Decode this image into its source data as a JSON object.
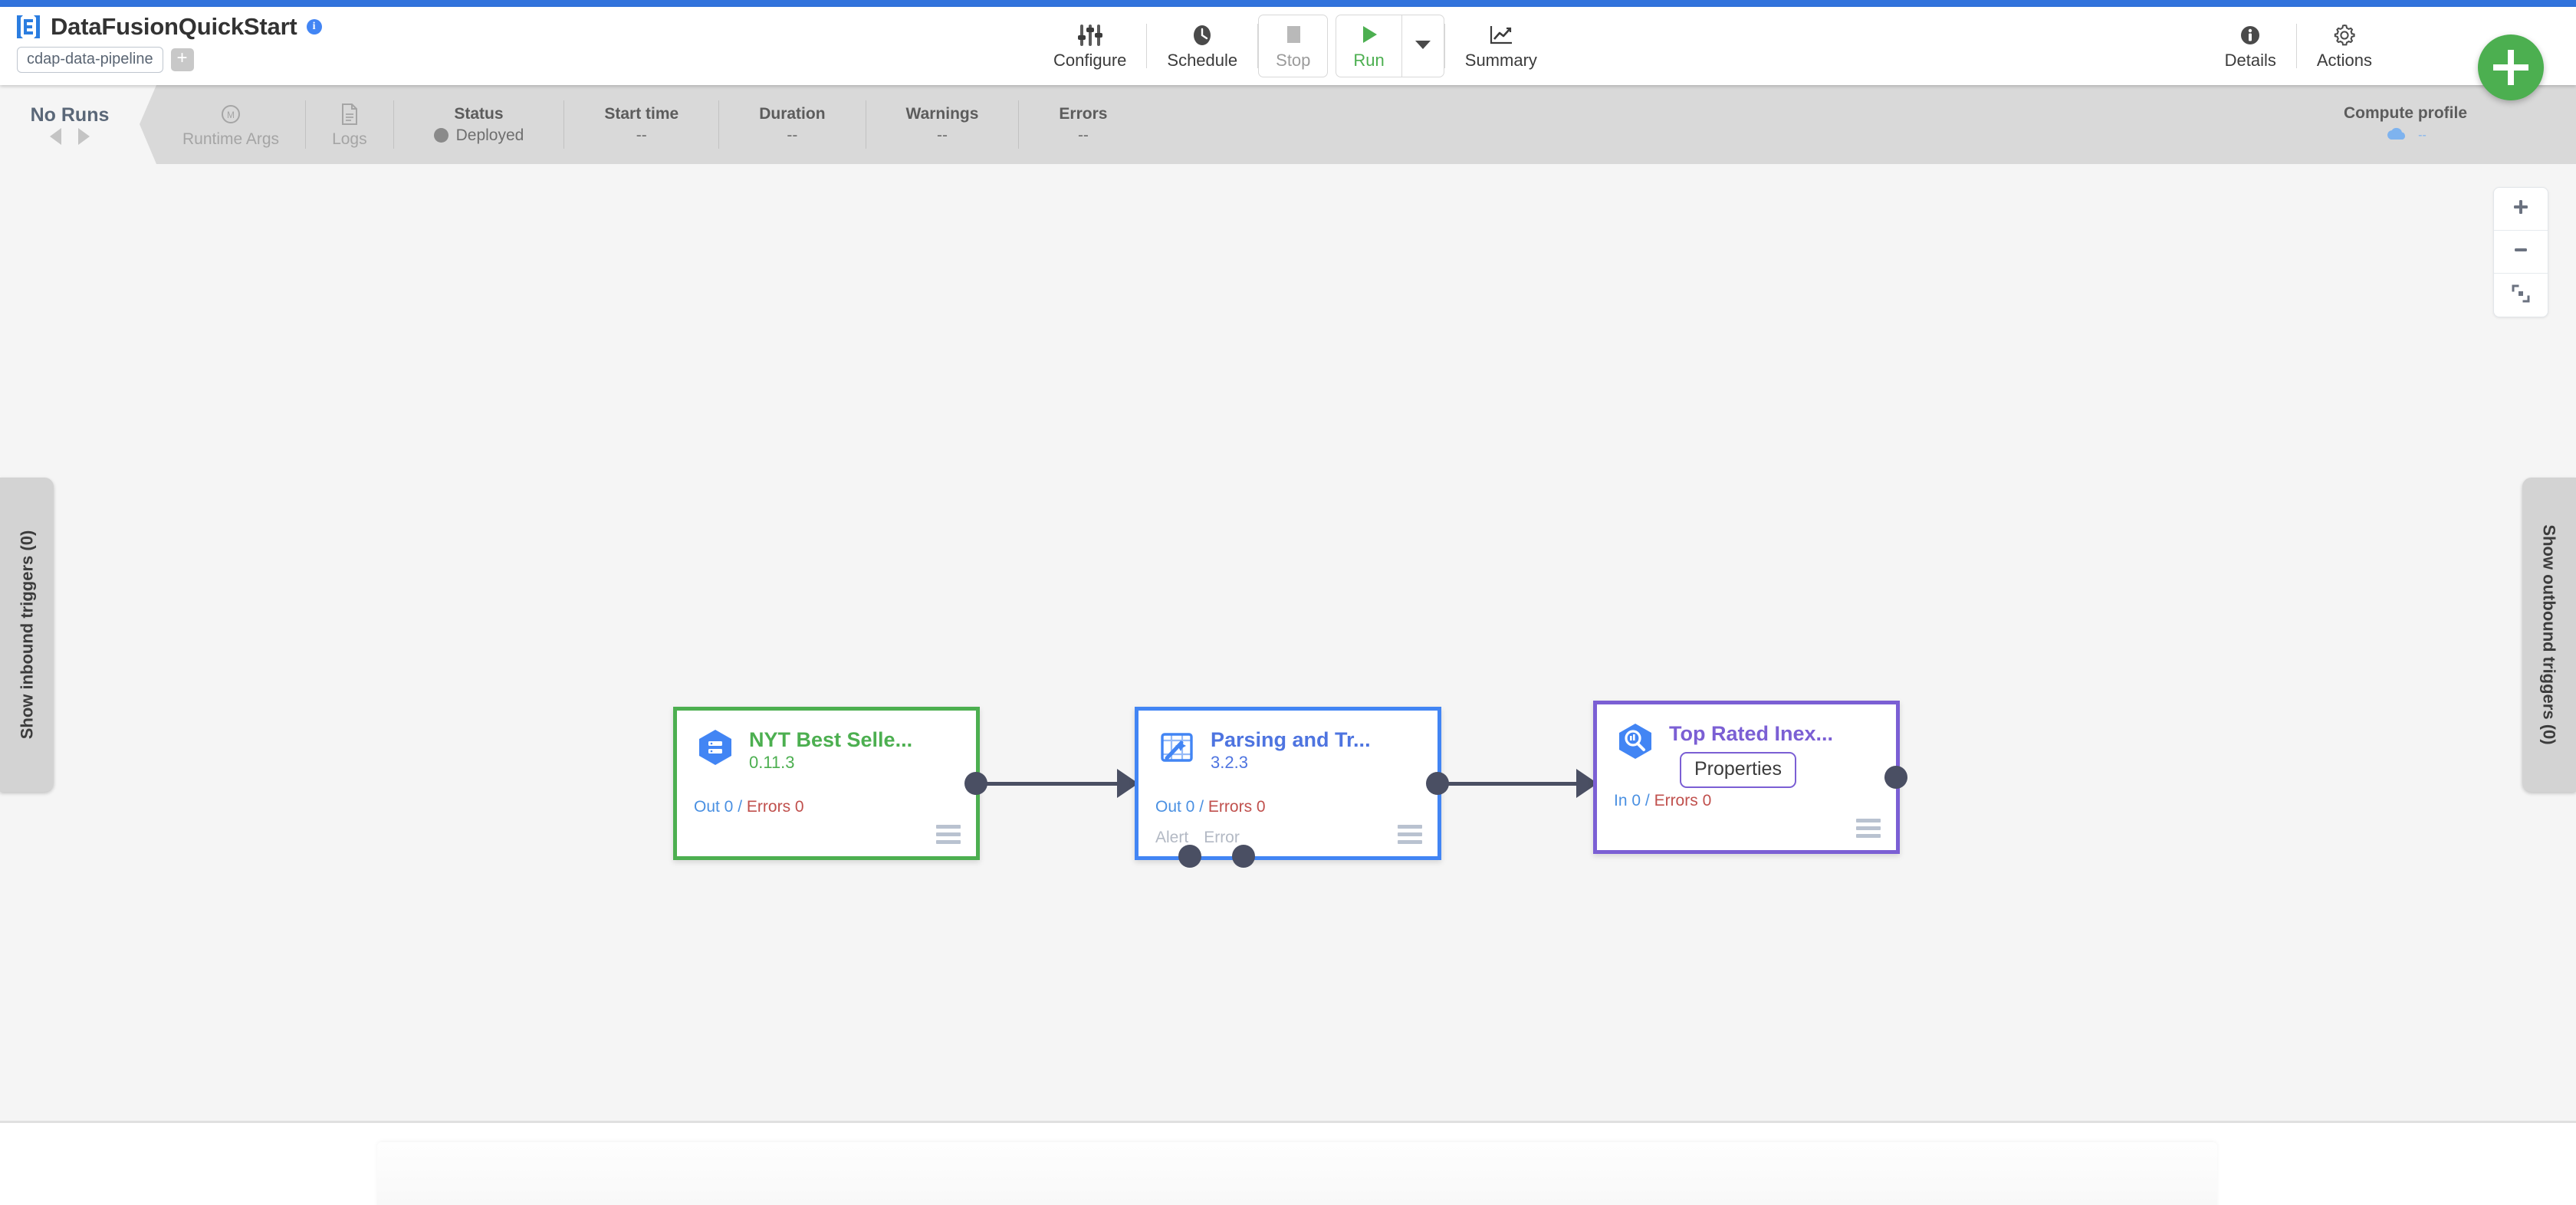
{
  "header": {
    "logo_icon": "cdap-logo-icon",
    "title": "DataFusionQuickStart",
    "info_icon": "info-icon",
    "artifact_pill": "cdap-data-pipeline",
    "add_tag_label": "+",
    "toolbar": [
      {
        "id": "configure",
        "label": "Configure",
        "icon": "sliders-icon",
        "state": "enabled"
      },
      {
        "id": "schedule",
        "label": "Schedule",
        "icon": "clock-icon",
        "state": "enabled"
      },
      {
        "id": "stop",
        "label": "Stop",
        "icon": "stop-square-icon",
        "state": "disabled"
      },
      {
        "id": "run",
        "label": "Run",
        "icon": "play-triangle-icon",
        "state": "enabled"
      },
      {
        "id": "run-caret",
        "label": "",
        "icon": "caret-down-icon",
        "state": "enabled"
      },
      {
        "id": "summary",
        "label": "Summary",
        "icon": "line-chart-icon",
        "state": "enabled"
      }
    ],
    "toolbar_right": [
      {
        "id": "details",
        "label": "Details",
        "icon": "info-circle-icon"
      },
      {
        "id": "actions",
        "label": "Actions",
        "icon": "gear-icon"
      }
    ],
    "fab": {
      "label": "+",
      "icon": "plus-icon",
      "color": "#4caf50"
    }
  },
  "statusbar": {
    "runs_tab": {
      "label": "No Runs",
      "prev_icon": "triangle-left-icon",
      "next_icon": "triangle-right-icon"
    },
    "actions": [
      {
        "id": "runtime-args",
        "label": "Runtime Args",
        "icon": "macro-m-icon"
      },
      {
        "id": "logs",
        "label": "Logs",
        "icon": "document-icon"
      }
    ],
    "metrics": [
      {
        "id": "status",
        "head": "Status",
        "value": "Deployed",
        "dot": true,
        "dot_color": "#8a8a8a"
      },
      {
        "id": "start-time",
        "head": "Start time",
        "value": "--"
      },
      {
        "id": "duration",
        "head": "Duration",
        "value": "--"
      },
      {
        "id": "warnings",
        "head": "Warnings",
        "value": "--"
      },
      {
        "id": "errors",
        "head": "Errors",
        "value": "--"
      }
    ],
    "compute_profile": {
      "head": "Compute profile",
      "value": "--",
      "icon": "cloud-icon",
      "icon_color": "#7eb3ef"
    }
  },
  "canvas": {
    "zoom_controls": [
      {
        "id": "zoom-in",
        "icon": "plus-icon"
      },
      {
        "id": "zoom-out",
        "icon": "minus-icon"
      },
      {
        "id": "fit-screen",
        "icon": "fit-to-screen-icon"
      }
    ],
    "inbound_trigger_tab": "Show inbound triggers (0)",
    "outbound_trigger_tab": "Show outbound triggers (0)",
    "nodes": [
      {
        "id": "nyt-best-sellers",
        "name": "NYT Best Selle...",
        "version": "0.11.3",
        "icon": "gcs-hexagon-database-icon",
        "accent": "#4caf50",
        "metrics_left_label": "Out 0",
        "metrics_right_label": "Errors 0",
        "metrics_separator": "/",
        "ports": []
      },
      {
        "id": "parsing-and-transform",
        "name": "Parsing and Tr...",
        "version": "3.2.3",
        "icon": "wrangler-magic-wand-icon",
        "accent": "#4285f4",
        "metrics_left_label": "Out 0",
        "metrics_right_label": "Errors 0",
        "metrics_separator": "/",
        "ports": [
          "Alert",
          "Error"
        ]
      },
      {
        "id": "top-rated-inexpensive",
        "name": "Top Rated Inex...",
        "version": "",
        "icon": "bigquery-hexagon-search-icon",
        "accent": "#7b5fd4",
        "metrics_left_label": "In 0",
        "metrics_right_label": "Errors 0",
        "metrics_separator": "/",
        "tooltip": "Properties",
        "ports": []
      }
    ]
  }
}
